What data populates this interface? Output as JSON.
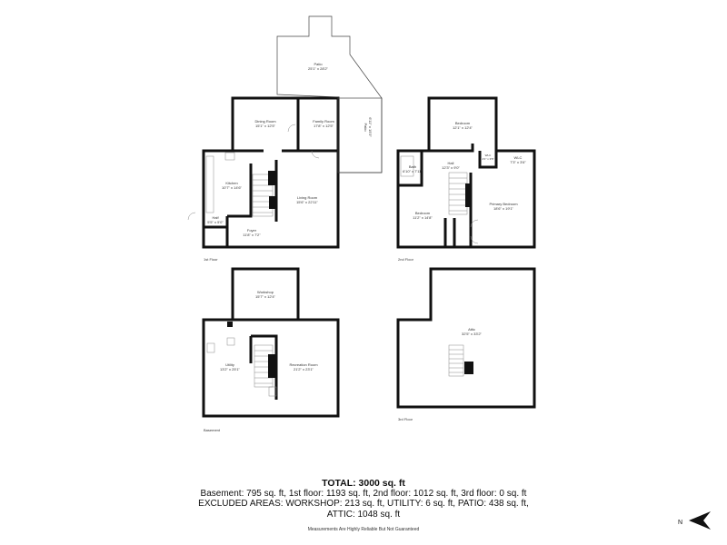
{
  "rooms": {
    "patio_top": {
      "name": "Patio",
      "dims": "25'1\" x 28'2\""
    },
    "patio_side": {
      "name": "Patio",
      "dims": "6'11\" x 19'3\""
    },
    "dining": {
      "name": "Dining Room",
      "dims": "15'1\" x 12'5\""
    },
    "family": {
      "name": "Family Room",
      "dims": "17'8\" x 12'5\""
    },
    "kitchen": {
      "name": "Kitchen",
      "dims": "10'7\" x 14'6\""
    },
    "living": {
      "name": "Living Room",
      "dims": "15'6\" x 22'11\""
    },
    "half_bath": {
      "name": "Half",
      "dims": "5'5\" x 5'0\""
    },
    "foyer": {
      "name": "Foyer",
      "dims": "11'8\" x 7'2\""
    },
    "bedroom_top": {
      "name": "Bedroom",
      "dims": "12'1\" x 12'4\""
    },
    "bath": {
      "name": "Bath",
      "dims": "6'10\" x 7'11\""
    },
    "hall": {
      "name": "Hall",
      "dims": "12'3\" x 9'0\""
    },
    "wic_small": {
      "name": "WLC",
      "dims": "4'1\" x 3'6\""
    },
    "wic": {
      "name": "WLC",
      "dims": "7'3\" x 3'6\""
    },
    "bedroom_left": {
      "name": "Bedroom",
      "dims": "11'2\" x 14'8\""
    },
    "primary_bedroom": {
      "name": "Primary Bedroom",
      "dims": "18'6\" x 19'1\""
    },
    "workshop": {
      "name": "Workshop",
      "dims": "15'7\" x 12'4\""
    },
    "utility": {
      "name": "Utility",
      "dims": "13'2\" x 25'1\""
    },
    "recreation": {
      "name": "Recreation Room",
      "dims": "21'2\" x 23'1\""
    },
    "attic": {
      "name": "Attic",
      "dims": "32'5\" x 33'2\""
    }
  },
  "floor_labels": {
    "first": "1st Floor",
    "second": "2nd Floor",
    "basement": "Basement",
    "third": "3rd Floor"
  },
  "summary": {
    "total": "TOTAL: 3000 sq. ft",
    "line1": "Basement: 795 sq. ft, 1st floor: 1193 sq. ft, 2nd floor: 1012 sq. ft, 3rd floor: 0 sq. ft",
    "line2": "EXCLUDED AREAS: WORKSHOP: 213 sq. ft, UTILITY: 6 sq. ft, PATIO: 438 sq. ft,",
    "line3": "ATTIC: 1048 sq. ft",
    "disclaimer": "Measurements Are Highly Reliable But Not Guaranteed"
  },
  "north_label": "N",
  "colors": {
    "walls": "#111111",
    "text": "#333333",
    "background": "#ffffff"
  }
}
